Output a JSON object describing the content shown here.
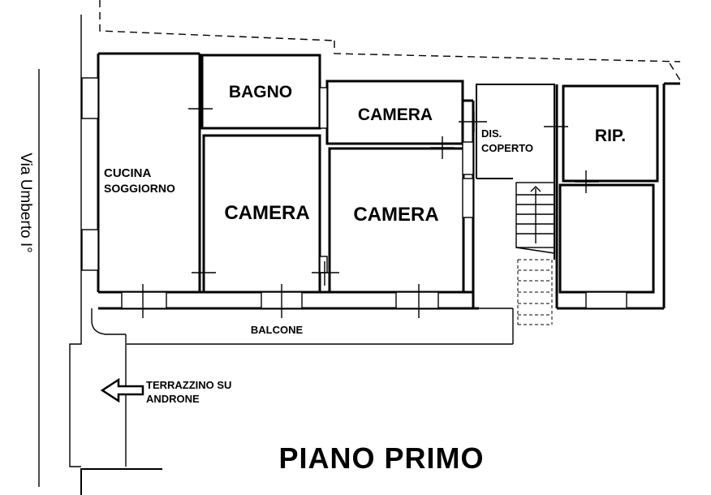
{
  "street": "Via Umberto I°",
  "rooms": {
    "cucina_line1": "CUCINA",
    "cucina_line2": "SOGGIORNO",
    "bagno": "BAGNO",
    "camera_top": "CAMERA",
    "camera_mid_left": "CAMERA",
    "camera_mid_right": "CAMERA",
    "dis_line1": "DIS.",
    "dis_line2": "COPERTO",
    "rip": "RIP."
  },
  "balcone": "BALCONE",
  "terrazzino_line1": "TERRAZZINO SU",
  "terrazzino_line2": "ANDRONE",
  "floor_title": "PIANO PRIMO",
  "icons": [
    "arrow-left-icon",
    "stair-arrow-icon"
  ]
}
